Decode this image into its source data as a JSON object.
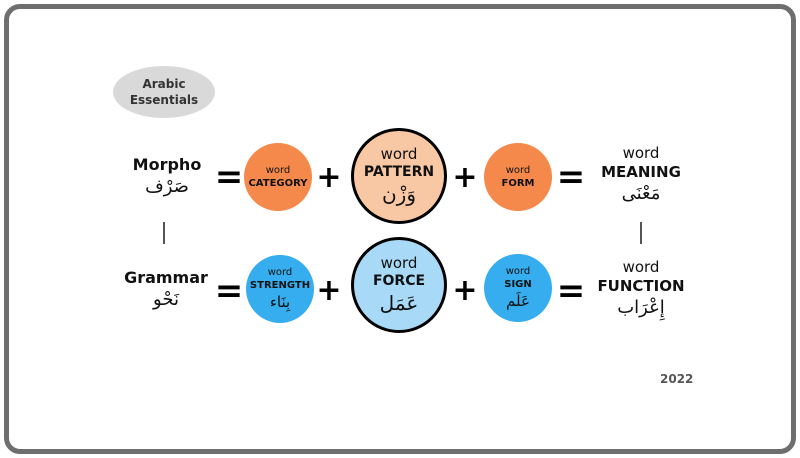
{
  "badge": {
    "line1": "Arabic",
    "line2": "Essentials"
  },
  "rows": [
    {
      "label": "Morpho",
      "label_ar": "صَرْف",
      "eq1": "=",
      "c1": {
        "word": "word",
        "key": "CATEGORY",
        "ar": "",
        "color": "#f5894b"
      },
      "plus1": "+",
      "c2": {
        "word": "word",
        "key": "PATTERN",
        "ar": "وَزْن",
        "color": "#f8c8a5"
      },
      "plus2": "+",
      "c3": {
        "word": "word",
        "key": "FORM",
        "ar": "",
        "color": "#f5894b"
      },
      "eq2": "=",
      "result": {
        "word": "word",
        "key": "MEANING",
        "ar": "مَعْنَى"
      }
    },
    {
      "label": "Grammar",
      "label_ar": "نَحْو",
      "eq1": "=",
      "c1": {
        "word": "word",
        "key": "STRENGTH",
        "ar": "بِنَاء",
        "color": "#35adee"
      },
      "plus1": "+",
      "c2": {
        "word": "word",
        "key": "FORCE",
        "ar": "عَمَل",
        "color": "#a8daf8"
      },
      "plus2": "+",
      "c3": {
        "word": "word",
        "key": "SIGN",
        "ar": "عَلَم",
        "color": "#35adee"
      },
      "eq2": "=",
      "result": {
        "word": "word",
        "key": "FUNCTION",
        "ar": "إِعْرَاب"
      }
    }
  ],
  "year": "2022"
}
